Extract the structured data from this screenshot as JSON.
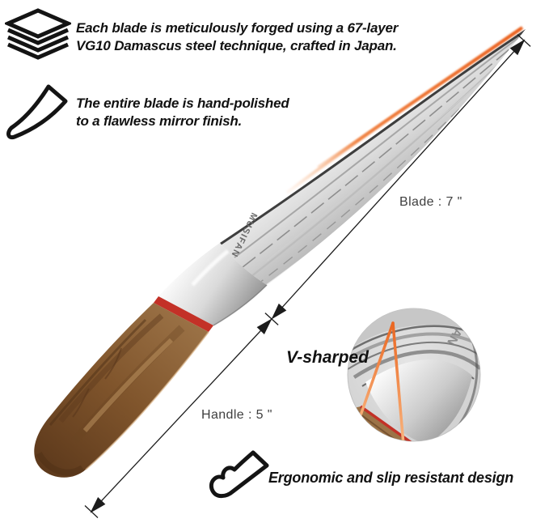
{
  "features": {
    "forged": {
      "line1": "Each blade is meticulously forged using a 67-layer",
      "line2": "VG10 Damascus steel technique, crafted in Japan."
    },
    "polished": {
      "line1": "The entire blade is hand-polished",
      "line2": "to a flawless mirror finish."
    },
    "ergonomic": {
      "line1": "Ergonomic and slip resistant design"
    }
  },
  "dimensions": {
    "blade_label": "Blade : 7 \"",
    "handle_label": "Handle : 5 \""
  },
  "edge_inset": {
    "label": "V-sharped",
    "engraving_fragment": "AN"
  },
  "branding": {
    "blade_engraving": "MUSIFAN"
  },
  "colors": {
    "background": "#ffffff",
    "ink": "#161616",
    "dimension_text": "#3f3f3f",
    "accent_orange": "#ee7334",
    "spacer_red": "#c33127",
    "wood_brown": "#8a5c35",
    "steel_gray": "#c9c9c9",
    "inset_background": "#d8d8d8"
  }
}
